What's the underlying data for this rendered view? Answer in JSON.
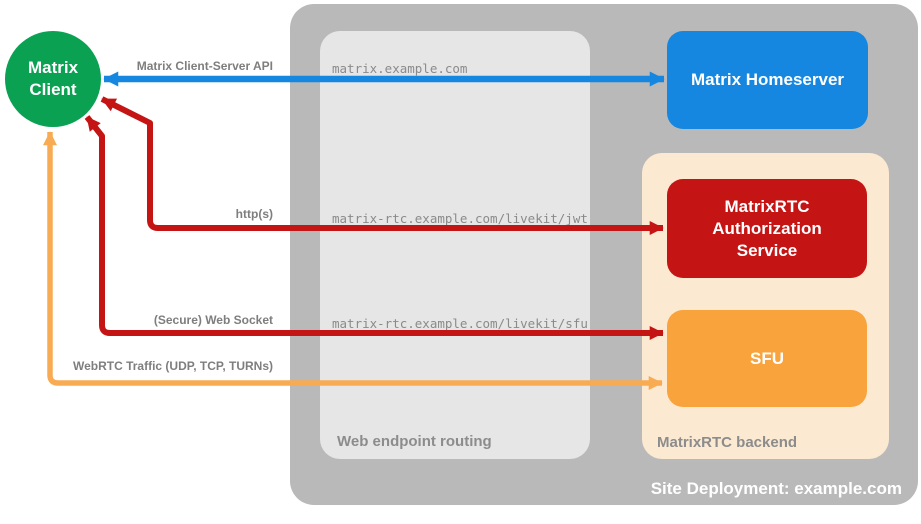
{
  "site": {
    "label": "Site Deployment: example.com",
    "bg": "#b9b9b9",
    "label_color": "#ffffff"
  },
  "routing": {
    "label": "Web endpoint routing",
    "bg": "#e6e6e6",
    "label_color": "#8c8c8c",
    "endpoints": [
      "matrix.example.com",
      "matrix-rtc.example.com/livekit/jwt",
      "matrix-rtc.example.com/livekit/sfu"
    ],
    "endpoint_text_color": "#8a8a8a"
  },
  "backend": {
    "label": "MatrixRTC backend",
    "bg": "#fce9d2",
    "label_color": "#8c8c8c"
  },
  "nodes": {
    "client": {
      "label": "Matrix\nClient",
      "color": "#0ba152",
      "shape": "circle"
    },
    "homeserver": {
      "label": "Matrix Homeserver",
      "color": "#1687e0",
      "shape": "rounded-rect"
    },
    "auth": {
      "label": "MatrixRTC Authorization Service",
      "color": "#c51414",
      "shape": "rounded-rect"
    },
    "sfu": {
      "label": "SFU",
      "color": "#f9a33c",
      "shape": "rounded-rect"
    }
  },
  "arrows": [
    {
      "name": "matrix-client-server-api",
      "label": "Matrix Client-Server API",
      "color": "#1687e0",
      "from": "Matrix Client",
      "to": "Matrix Homeserver",
      "bidirectional": true,
      "via": "matrix.example.com"
    },
    {
      "name": "https",
      "label": "http(s)",
      "color": "#c51414",
      "from": "Matrix Client",
      "to": "MatrixRTC Authorization Service",
      "bidirectional": true,
      "via": "matrix-rtc.example.com/livekit/jwt"
    },
    {
      "name": "secure-web-socket",
      "label": "(Secure) Web Socket",
      "color": "#c51414",
      "from": "Matrix Client",
      "to": "SFU",
      "bidirectional": true,
      "via": "matrix-rtc.example.com/livekit/sfu"
    },
    {
      "name": "webrtc-traffic",
      "label": "WebRTC Traffic (UDP, TCP, TURNs)",
      "color": "#f8ab52",
      "from": "Matrix Client",
      "to": "SFU",
      "bidirectional": true,
      "via": ""
    }
  ],
  "label_text_color": "#7e7e7e"
}
